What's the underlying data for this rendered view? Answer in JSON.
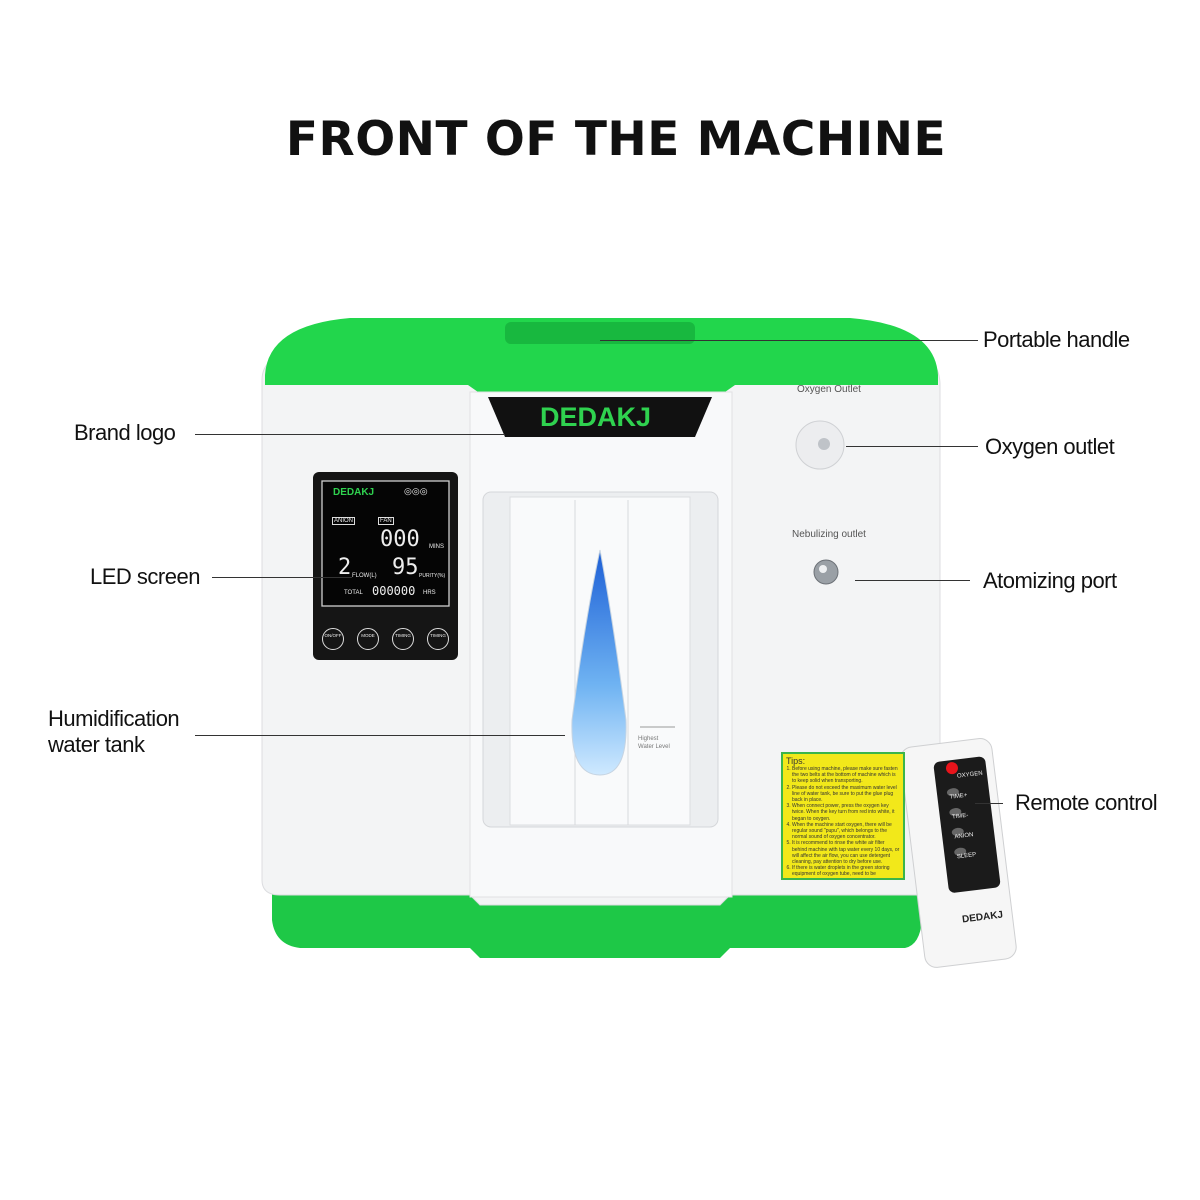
{
  "title": "FRONT OF THE MACHINE",
  "labels": {
    "portable_handle": "Portable handle",
    "brand_logo": "Brand logo",
    "oxygen_outlet": "Oxygen outlet",
    "led_screen": "LED screen",
    "atomizing_port": "Atomizing port",
    "water_tank_line1": "Humidification",
    "water_tank_line2": "water tank",
    "remote_control": "Remote control"
  },
  "machine": {
    "brand": "DEDAKJ",
    "oxygen_outlet_text": "Oxygen Outlet",
    "nebulizing_outlet_text": "Nebulizing outlet",
    "water_level_line1": "Highest",
    "water_level_line2": "Water Level",
    "colors": {
      "green": "#1fd34a",
      "black": "#111111",
      "body": "#f4f5f6"
    }
  },
  "lcd": {
    "brand": "DEDAKJ",
    "anion": "ANION",
    "fan": "FAN",
    "mins_value": "000",
    "mins_unit": "MINS",
    "flow_value": "2",
    "flow_unit": "FLOW(L)",
    "purity_value": "95",
    "purity_unit": "PURITY(%)",
    "total_label": "TOTAL",
    "total_value": "000000",
    "total_unit": "HRS",
    "buttons": [
      "ON/OFF",
      "MODE",
      "TIMING",
      "TIMING"
    ]
  },
  "tips": {
    "heading": "Tips:",
    "items": [
      "Before using machine, please make sure fasten the two belts at the bottom of machine which is to keep solid when transporting.",
      "Please do not exceed the maximum water level line of water tank, be sure to put the glue plug back in place.",
      "When connect power, press the oxygen key twice. When the key turn from red into white, it began to oxygen.",
      "When the machine start oxygen, there will be regular sound \"pupu\", which belongs to the normal sound of oxygen concentrator.",
      "It is recommend to rinse the white air filter behind machine with tap water every 10 days, or will affect the air flow, you can use detergent cleaning, pay attention to dry before use.",
      "If there is water droplets in the green storing equipment of oxygen tube, need to be unscrewed to drop it."
    ]
  },
  "remote": {
    "buttons": [
      "OXYGEN",
      "TIME+",
      "TIME-",
      "ANION",
      "SLEEP"
    ],
    "brand": "DEDAKJ",
    "power_color": "#e8141b"
  }
}
